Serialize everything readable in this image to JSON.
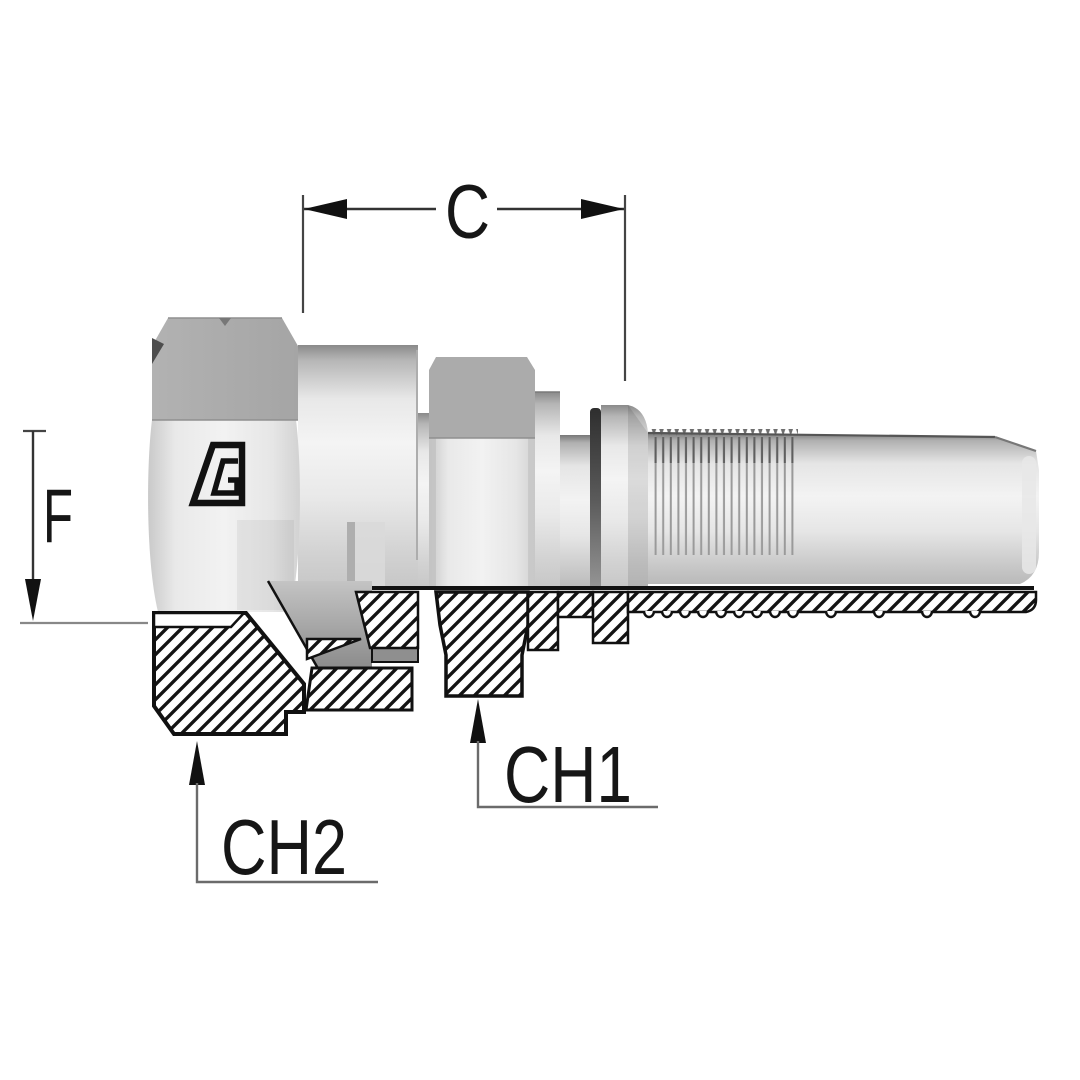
{
  "drawing": {
    "labels": {
      "c": "C",
      "f": "F",
      "ch1": "CH1",
      "ch2": "CH2"
    },
    "logo_icon": "brand-a-logo",
    "colors": {
      "background": "#ffffff",
      "outline": "#141414",
      "dimension_line": "#3a3a3a",
      "leader_line": "#6b6b6b",
      "hex_top_facet": "#a9a9a9",
      "metal_highlight": "#f3f3f3",
      "metal_shadow": "#8a8a8a",
      "hatch_line": "#131313"
    }
  }
}
